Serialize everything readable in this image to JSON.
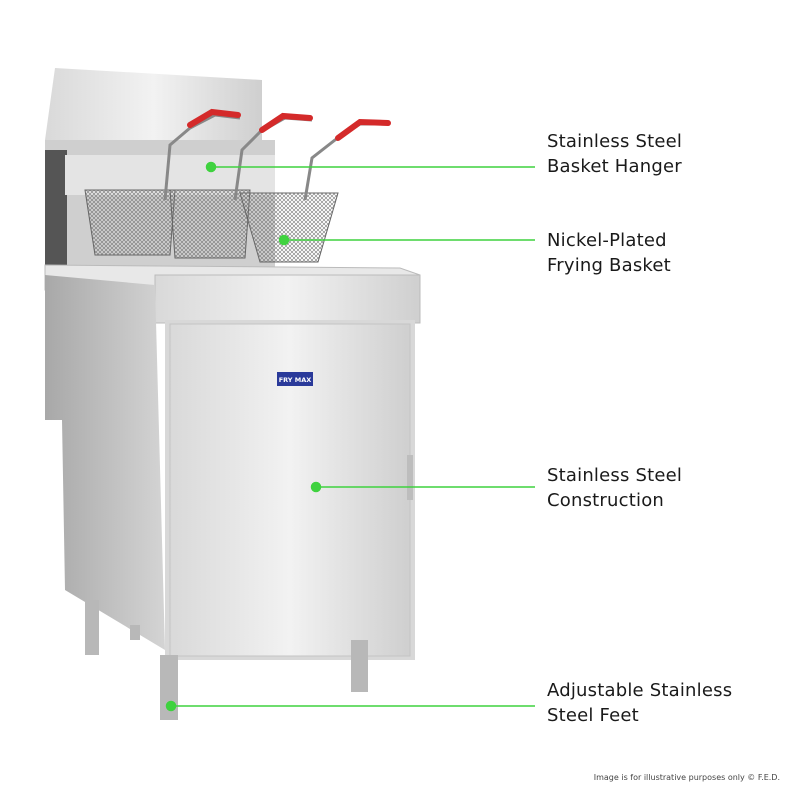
{
  "accent_color": "#3fd23f",
  "brand_logo": "FRY MAX",
  "callouts": [
    {
      "line1": "Stainless Steel",
      "line2": "Basket Hanger"
    },
    {
      "line1": "Nickel-Plated",
      "line2": "Frying Basket"
    },
    {
      "line1": "Stainless Steel",
      "line2": "Construction"
    },
    {
      "line1": "Adjustable Stainless",
      "line2": "Steel Feet"
    }
  ],
  "footer": "Image is for illustrative purposes only  © F.E.D."
}
